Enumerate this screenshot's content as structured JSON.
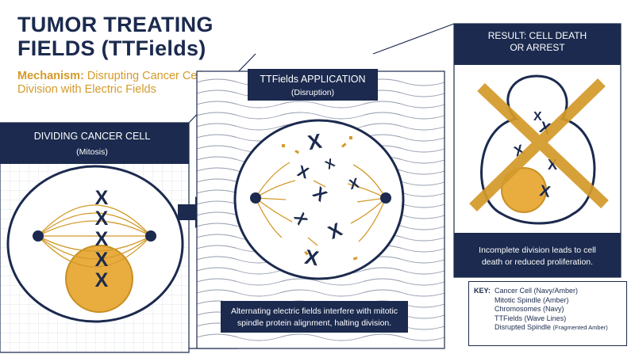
{
  "header": {
    "title_line1": "TUMOR TREATING",
    "title_line2": "FIELDS (TTFields)",
    "subtitle_bold": "Mechanism:",
    "subtitle_rest": " Disrupting Cancer Cell Division with Electric Fields"
  },
  "panels": {
    "dividing": {
      "title": "DIVIDING CANCER CELL",
      "subtitle": "(Mitosis)"
    },
    "application": {
      "title": "TTFields APPLICATION",
      "subtitle": "(Disruption)",
      "caption_line1": "Alternating electric fields interfere with mitotic",
      "caption_line2": "spindle protein alignment, halting division."
    },
    "result": {
      "title_line1": "RESULT: CELL DEATH",
      "title_line2": "OR ARREST",
      "caption_line1": "Incomplete division leads to cell",
      "caption_line2": "death or reduced proliferation."
    }
  },
  "key": {
    "label": "KEY:",
    "items": [
      {
        "text": "Cancer Cell (Navy/Amber)",
        "note": ""
      },
      {
        "text": "Mitotic Spindle (Amber)",
        "note": ""
      },
      {
        "text": "Chromosomes (Navy)",
        "note": ""
      },
      {
        "text": "TTFields (Wave Lines)",
        "note": ""
      },
      {
        "text": "Disrupted Spindle ",
        "note": "(Fragmented Amber)"
      }
    ]
  },
  "colors": {
    "navy": "#1b2a4e",
    "amber": "#d49a2a",
    "cell_fill": "#e8ac3f",
    "grid": "#d8dde6"
  }
}
